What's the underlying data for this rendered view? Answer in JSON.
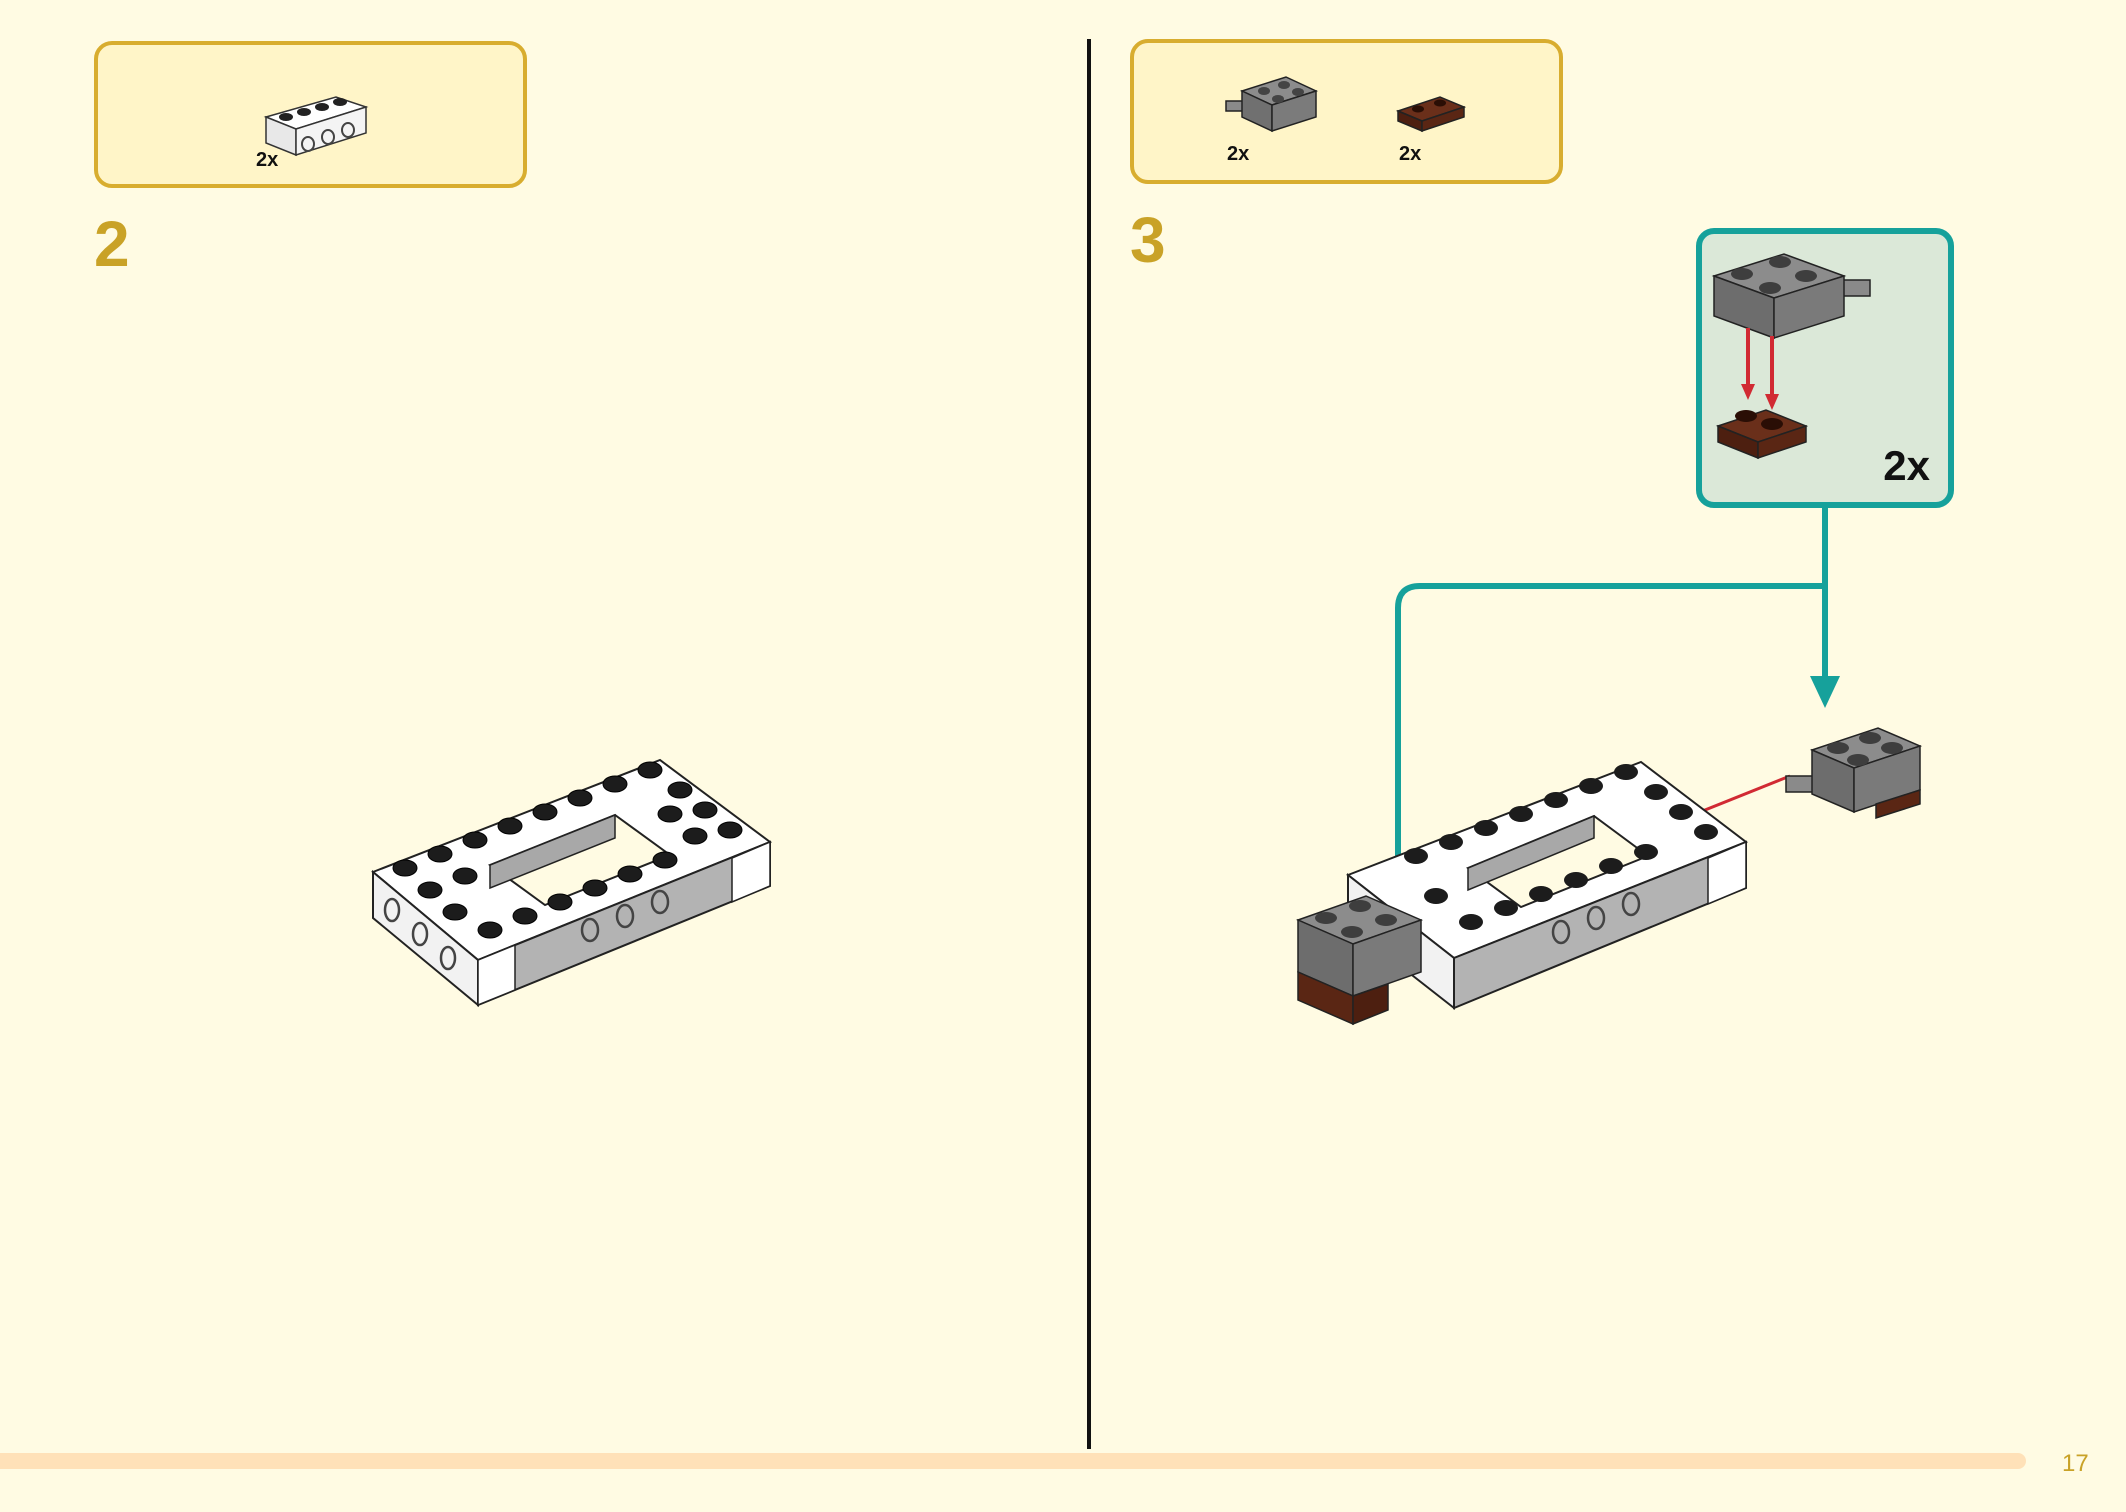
{
  "colors": {
    "page_bg": "#fffbe3",
    "accent": "#c9a227",
    "callout_border": "#16a19b",
    "arrow_red": "#d12a33"
  },
  "left_page": {
    "parts": [
      {
        "icon": "white-technic-brick-1x4-icon",
        "qty": "2x"
      }
    ],
    "step_number": "2"
  },
  "right_page": {
    "parts": [
      {
        "icon": "dark-gray-brick-2x2-with-pin-icon",
        "qty": "2x"
      },
      {
        "icon": "brown-plate-1x2-icon",
        "qty": "2x"
      }
    ],
    "step_number": "3",
    "callout_qty": "2x"
  },
  "footer": {
    "page_number": "17",
    "progress": 0.95
  }
}
